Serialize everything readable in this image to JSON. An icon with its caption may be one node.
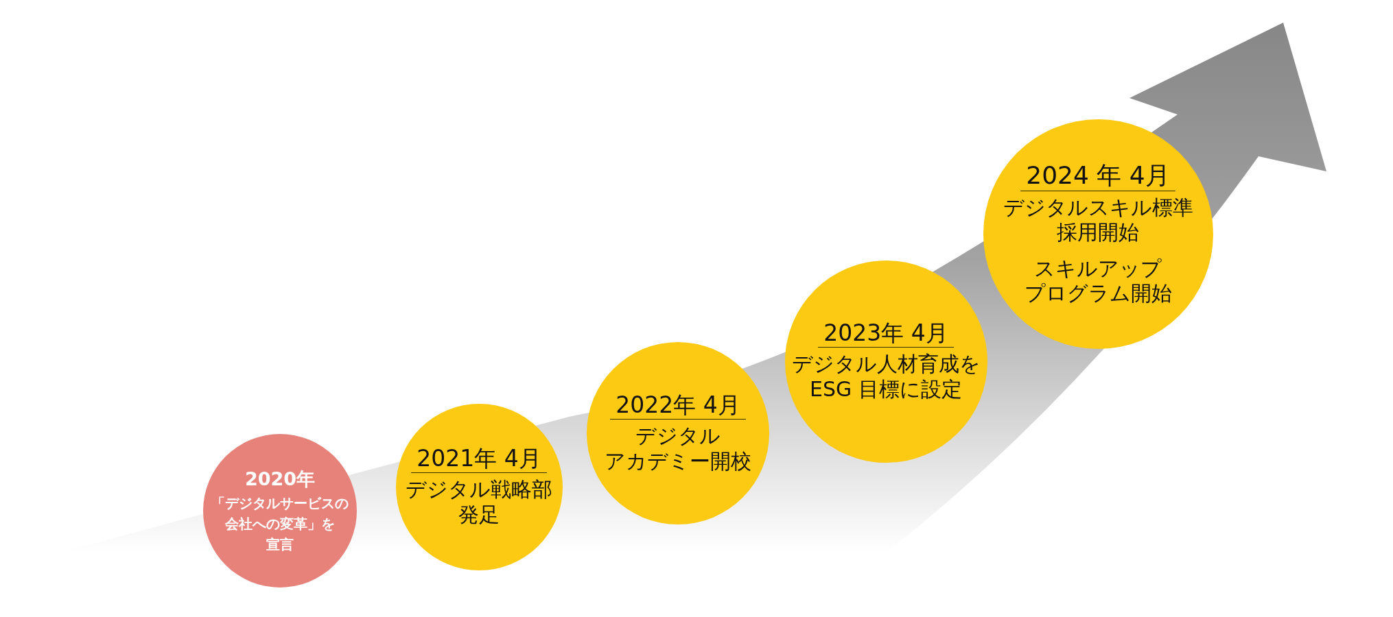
{
  "diagram": {
    "nodes": [
      {
        "text": [
          "2020年",
          "「デジタルサービスの会社への変革」を宣言"
        ]
      },
      {
        "text": [
          "2021年 4月",
          "デジタル戦略部発足"
        ]
      },
      {
        "text": [
          "2022年 4月",
          "デジタルアカデミー開校"
        ]
      },
      {
        "text": [
          "2023年 4月",
          "デジタル人材育成をESG 目標に設定"
        ]
      },
      {
        "text": [
          "2024 年 4月",
          "デジタルスキル標準採用開始",
          "スキルアッププログラム開始"
        ]
      }
    ]
  }
}
